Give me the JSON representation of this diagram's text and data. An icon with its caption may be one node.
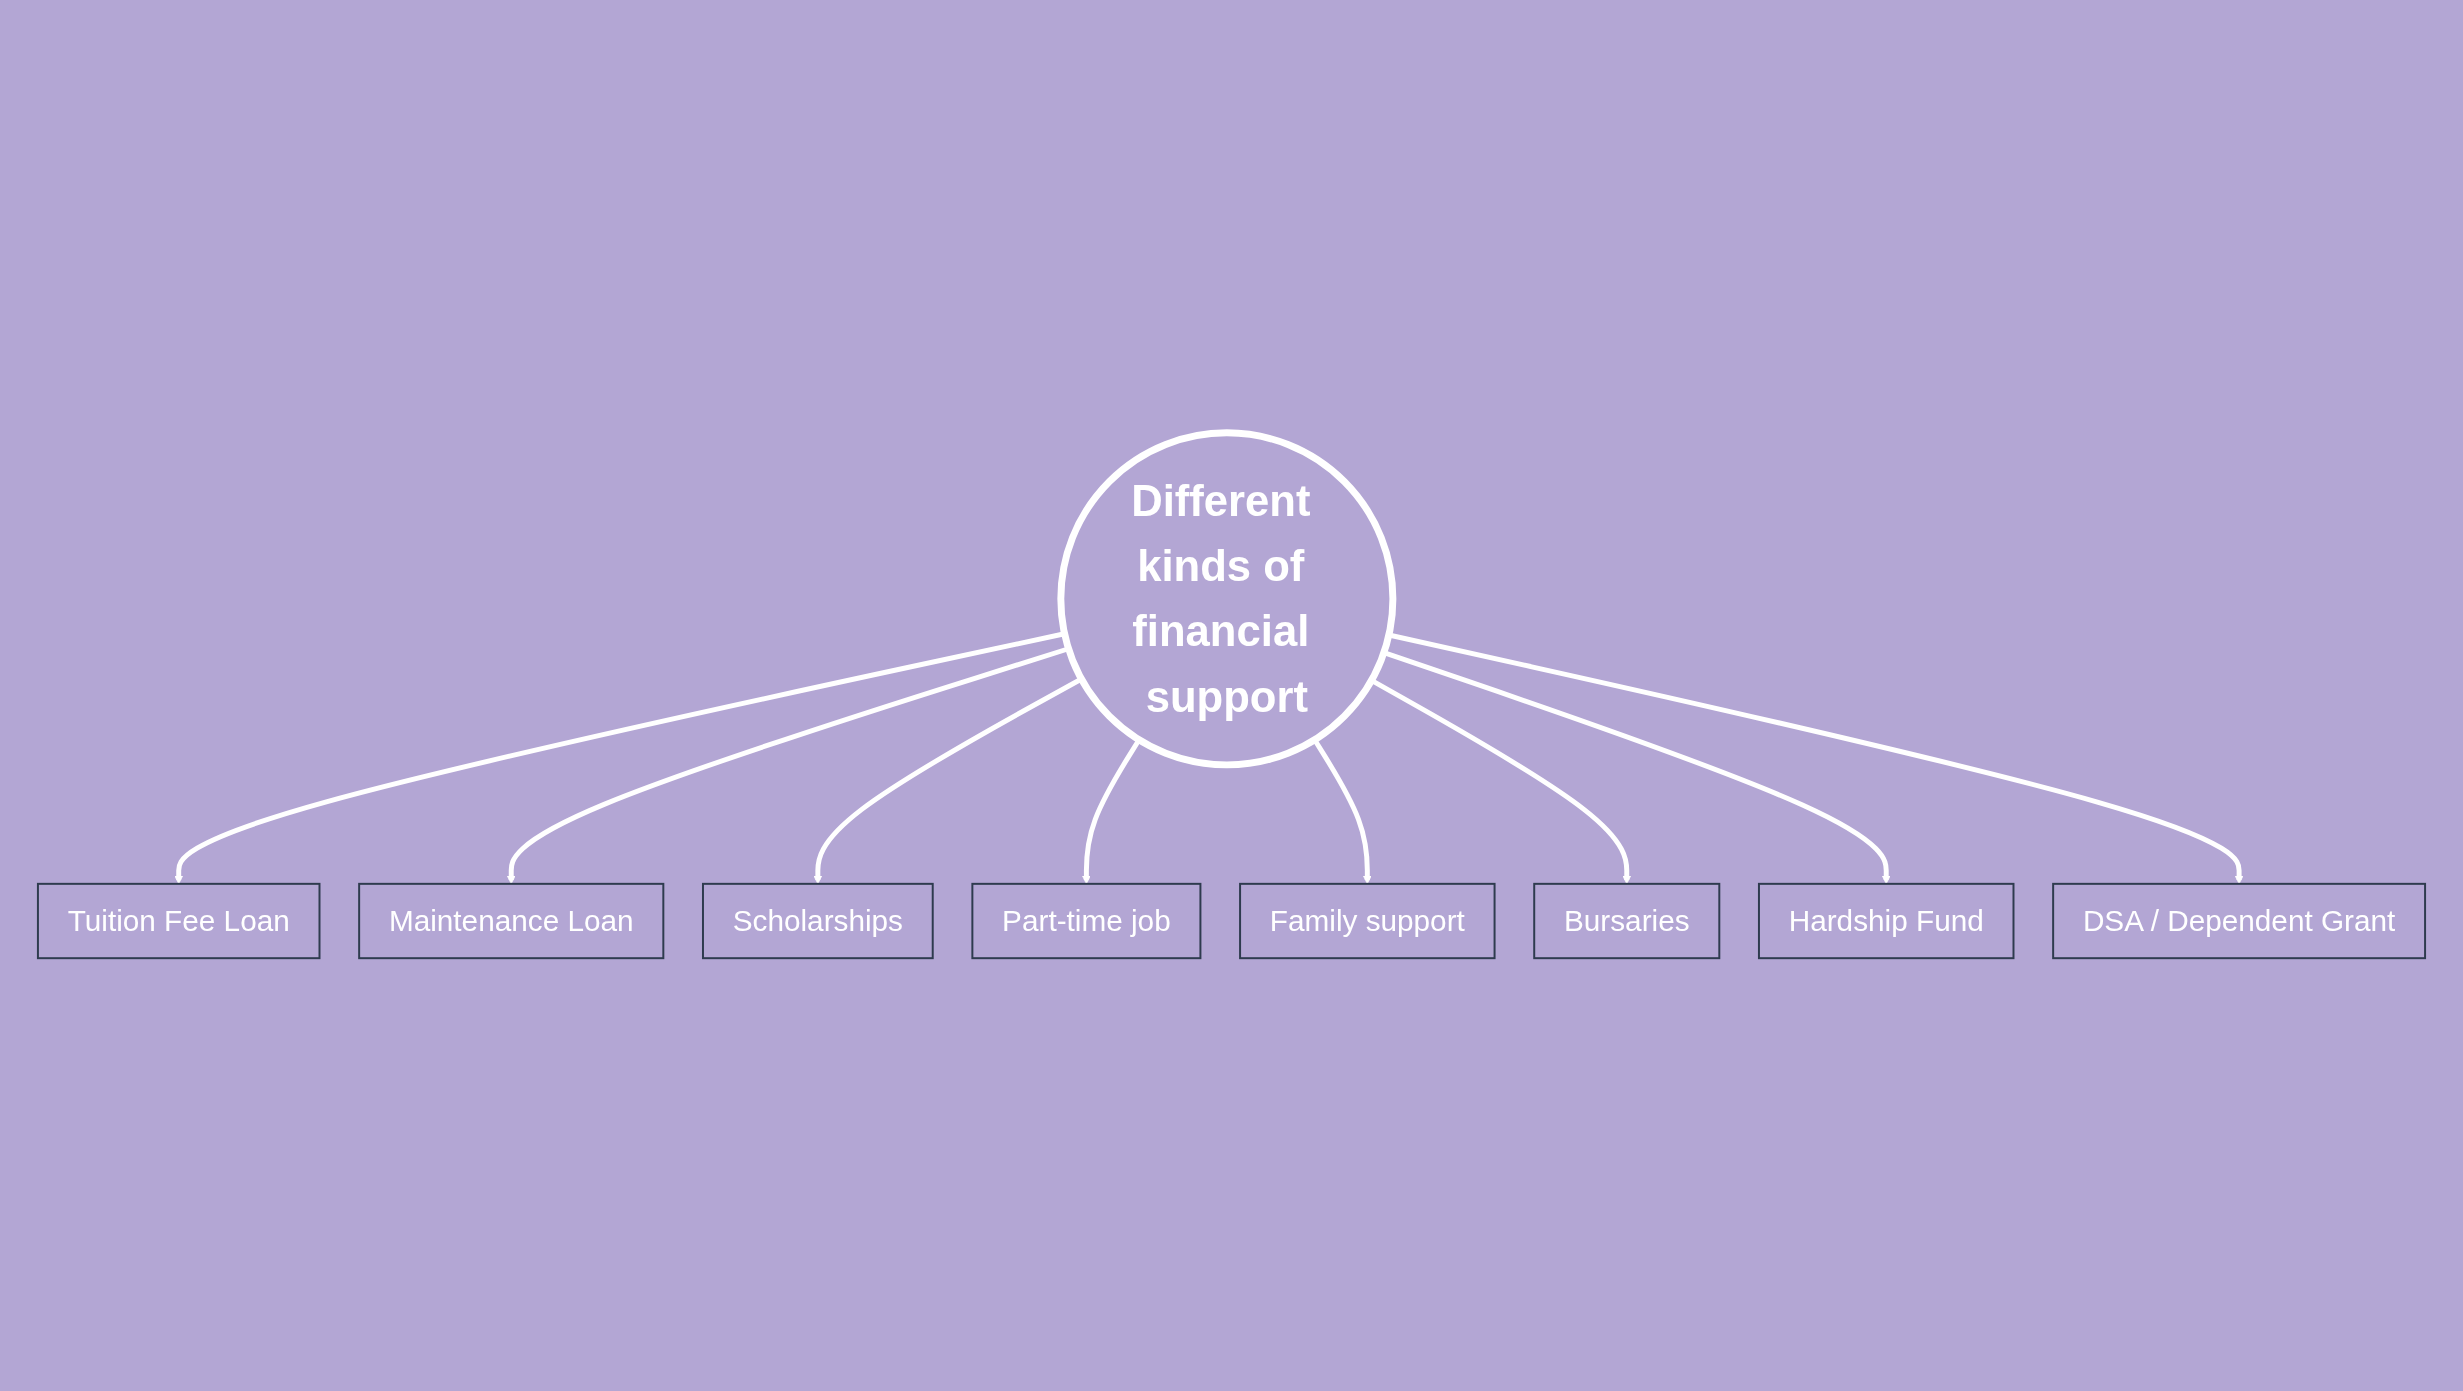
{
  "diagram": {
    "nodes": [
      {
        "text": [
          "Different kinds of financial support"
        ]
      },
      {
        "text": [
          "Tuition Fee Loan"
        ]
      },
      {
        "text": [
          "Maintenance Loan"
        ]
      },
      {
        "text": [
          "Scholarships"
        ]
      },
      {
        "text": [
          "Part-time job"
        ]
      },
      {
        "text": [
          "Family support"
        ]
      },
      {
        "text": [
          "Bursaries"
        ]
      },
      {
        "text": [
          "Hardship Fund"
        ]
      },
      {
        "text": [
          "DSA / Dependent Grant"
        ]
      }
    ],
    "edges": [
      {
        "from": 0,
        "to": 1,
        "arrow": "to"
      },
      {
        "from": 0,
        "to": 2,
        "arrow": "to"
      },
      {
        "from": 0,
        "to": 3,
        "arrow": "to"
      },
      {
        "from": 0,
        "to": 4,
        "arrow": "to"
      },
      {
        "from": 0,
        "to": 5,
        "arrow": "to"
      },
      {
        "from": 0,
        "to": 6,
        "arrow": "to"
      },
      {
        "from": 0,
        "to": 7,
        "arrow": "to"
      },
      {
        "from": 0,
        "to": 8,
        "arrow": "to"
      }
    ]
  }
}
